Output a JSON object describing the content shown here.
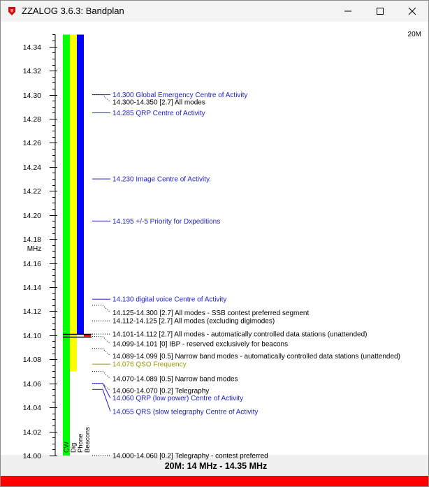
{
  "window": {
    "title": "ZZALOG 3.6.3: Bandplan",
    "minimize": "minimize",
    "maximize": "maximize",
    "close": "close"
  },
  "band": {
    "corner_label": "20M",
    "footer": "20M: 14 MHz - 14.35 MHz",
    "unit_label": "MHz",
    "range_mhz": [
      14.0,
      14.35
    ],
    "major_ticks": [
      "14.00",
      "14.02",
      "14.04",
      "14.06",
      "14.08",
      "14.10",
      "14.12",
      "14.14",
      "14.16",
      "14.18",
      "14.20",
      "14.22",
      "14.24",
      "14.26",
      "14.28",
      "14.30",
      "14.32",
      "14.34"
    ],
    "minor_step_mhz": 0.005
  },
  "mode_columns": [
    {
      "label": "CW",
      "color": "#00ff00"
    },
    {
      "label": "Dig",
      "color": "#ffff00"
    },
    {
      "label": "Phone",
      "color": "#0000ff"
    },
    {
      "label": "Beacons",
      "color": "#ff0000"
    }
  ],
  "mode_segments": [
    {
      "mode": "CW",
      "from": 14.0,
      "to": 14.35
    },
    {
      "mode": "Dig",
      "from": 14.07,
      "to": 14.35
    },
    {
      "mode": "Phone",
      "from": 14.101,
      "to": 14.35
    },
    {
      "mode": "Beacons",
      "from": 14.099,
      "to": 14.101
    }
  ],
  "gap_markers": [
    14.099,
    14.101
  ],
  "entries": [
    {
      "freq": 14.3,
      "text": "14.300 Global Emergency Centre of Activity",
      "color": "#2020c0"
    },
    {
      "freq": 14.3,
      "text": "14.300-14.350 [2.7] All modes",
      "color": "#000000"
    },
    {
      "freq": 14.285,
      "text": "14.285 QRP Centre of Activity",
      "color": "#2020c0"
    },
    {
      "freq": 14.23,
      "text": "14.230 Image Centre of Activity.",
      "color": "#2020c0"
    },
    {
      "freq": 14.195,
      "text": "14.195 +/-5  Priority for Dxpeditions",
      "color": "#2020c0"
    },
    {
      "freq": 14.13,
      "text": "14.130 digital voice Centre of Activity",
      "color": "#2020c0"
    },
    {
      "freq": 14.125,
      "text": "14.125-14.300 [2.7] All modes -       SSB contest preferred segment",
      "color": "#000000"
    },
    {
      "freq": 14.112,
      "text": "14.112-14.125 [2.7] All modes (excluding digimodes)",
      "color": "#000000"
    },
    {
      "freq": 14.101,
      "text": "14.101-14.112 [2.7] All modes - automatically controlled data stations (unattended)",
      "color": "#000000"
    },
    {
      "freq": 14.099,
      "text": "14.099-14.101 [0] IBP - reserved exclusively for beacons",
      "color": "#000000"
    },
    {
      "freq": 14.089,
      "text": "14.089-14.099 [0.5] Narrow band modes - automatically controlled data stations (unattended)",
      "color": "#000000"
    },
    {
      "freq": 14.076,
      "text": "14.076 QSO Frequency",
      "color": "#9a9a00"
    },
    {
      "freq": 14.07,
      "text": "14.070-14.089 [0.5] Narrow band modes",
      "color": "#000000"
    },
    {
      "freq": 14.06,
      "text": "14.060-14.070 [0.2] Telegraphy",
      "color": "#000000"
    },
    {
      "freq": 14.06,
      "text": "14.060 QRP (low power) Centre of Activity",
      "color": "#2020c0"
    },
    {
      "freq": 14.055,
      "text": "14.055 QRS (slow telegraphy Centre of Activity",
      "color": "#2020c0"
    },
    {
      "freq": 14.0,
      "text": "14.000-14.060 [0.2] Telegraphy - contest preferred",
      "color": "#000000"
    }
  ]
}
